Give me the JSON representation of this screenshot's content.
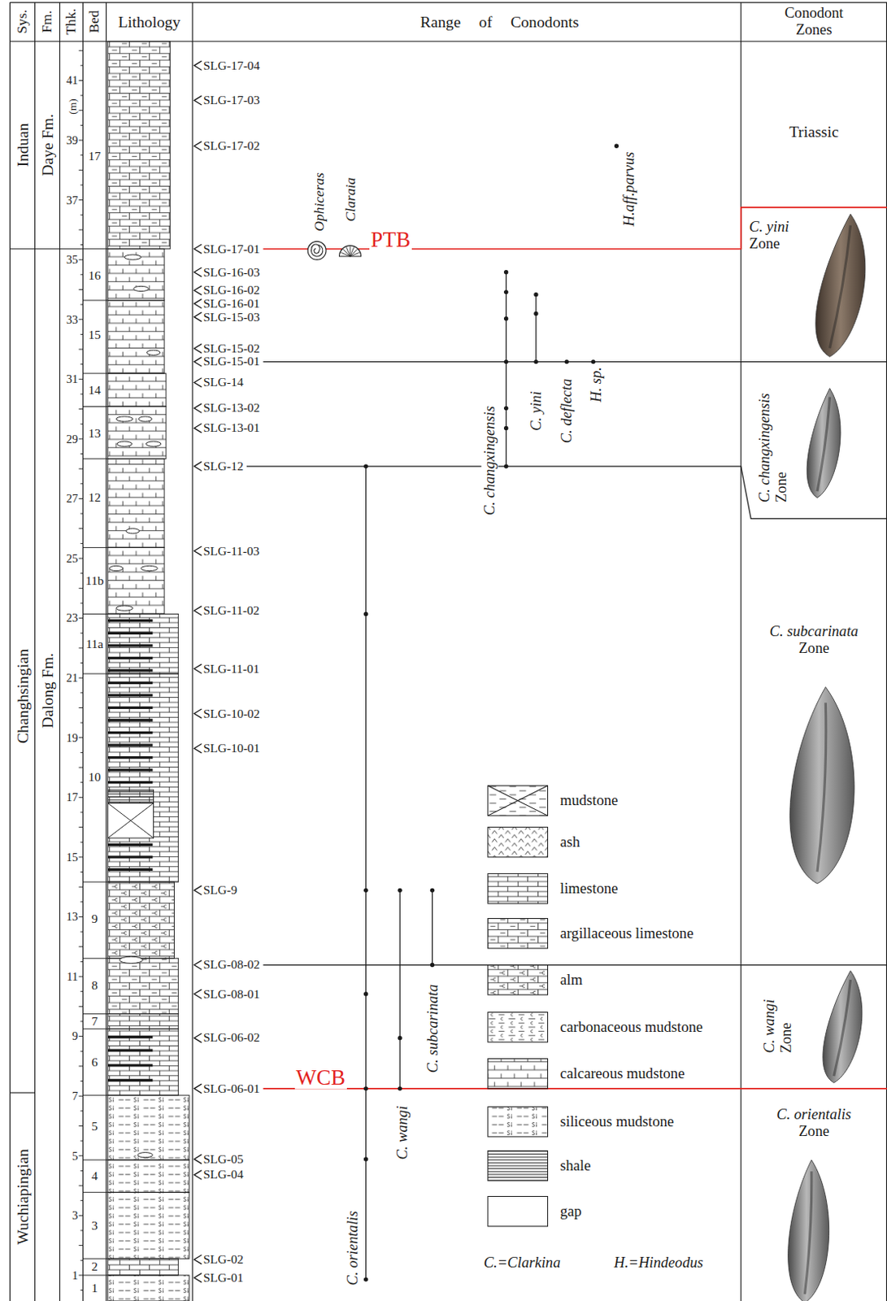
{
  "diagram": {
    "nodes": [
      {
        "text": [
          "Sys."
        ]
      },
      {
        "text": [
          "Fm."
        ]
      },
      {
        "text": [
          "Thk."
        ]
      },
      {
        "text": [
          "Bed"
        ]
      },
      {
        "text": [
          "Lithology"
        ]
      },
      {
        "text": [
          "Range of Conodonts"
        ]
      },
      {
        "text": [
          "Conodont Zones"
        ]
      },
      {
        "text": [
          "Induan"
        ]
      },
      {
        "text": [
          "Changhsingian"
        ]
      },
      {
        "text": [
          "Wuchiapingian"
        ]
      },
      {
        "text": [
          "Daye Fm."
        ]
      },
      {
        "text": [
          "Dalong Fm."
        ]
      },
      {
        "text": [
          "Triassic"
        ]
      },
      {
        "text": [
          "C. yini",
          "Zone"
        ]
      },
      {
        "text": [
          "C. changxingensis",
          "Zone"
        ]
      },
      {
        "text": [
          "C. subcarinata",
          "Zone"
        ]
      },
      {
        "text": [
          "C. wangi",
          "Zone"
        ]
      },
      {
        "text": [
          "C. orientalis",
          "Zone"
        ]
      }
    ],
    "labels": [
      "SLG-17-04",
      "SLG-17-03",
      "SLG-17-02",
      "SLG-17-01",
      "SLG-16-03",
      "SLG-16-02",
      "SLG-16-01",
      "SLG-15-03",
      "SLG-15-02",
      "SLG-15-01",
      "SLG-14",
      "SLG-13-02",
      "SLG-13-01",
      "SLG-12",
      "SLG-11-03",
      "SLG-11-02",
      "SLG-11-01",
      "SLG-10-02",
      "SLG-10-01",
      "SLG-9",
      "SLG-08-02",
      "SLG-08-01",
      "SLG-06-02",
      "SLG-06-01",
      "SLG-05",
      "SLG-04",
      "SLG-02",
      "SLG-01",
      "PTB",
      "WCB",
      "Ophiceras",
      "Claraia",
      "C. orientalis",
      "C. wangi",
      "C. subcarinata",
      "C. changxingensis",
      "C. yini",
      "C. deflecta",
      "H. sp.",
      "H.aff.parvus",
      "41",
      "39",
      "37",
      "35",
      "33",
      "31",
      "29",
      "27",
      "25",
      "23",
      "21",
      "19",
      "17",
      "15",
      "13",
      "11",
      "9",
      "7",
      "5",
      "3",
      "1",
      "(m)",
      "17",
      "16",
      "15",
      "14",
      "13",
      "12",
      "11b",
      "11a",
      "10",
      "9",
      "8",
      "7",
      "6",
      "5",
      "4",
      "3",
      "2",
      "1",
      "C.=Clarkina",
      "H.=Hindeodus"
    ],
    "legend": [
      {
        "text": "mudstone"
      },
      {
        "text": "ash"
      },
      {
        "text": "limestone"
      },
      {
        "text": "argillaceous limestone"
      },
      {
        "text": "alm"
      },
      {
        "text": "carbonaceous mudstone"
      },
      {
        "text": "calcareous mudstone"
      },
      {
        "text": "siliceous mudstone"
      },
      {
        "text": "shale"
      },
      {
        "text": "gap"
      }
    ]
  }
}
